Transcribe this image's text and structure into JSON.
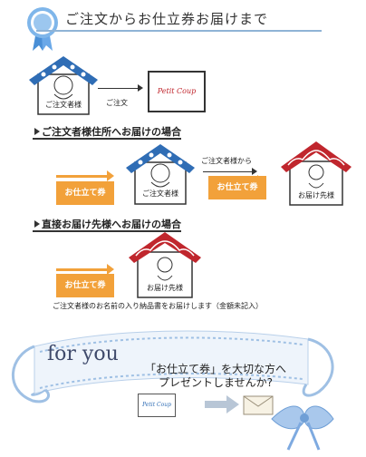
{
  "header": {
    "title": "ご注文からお仕立券お届けまで"
  },
  "step1": {
    "house_label": "ご注文者様",
    "arrow_label": "ご注文",
    "logo_text": "Petit Coup"
  },
  "section2": {
    "heading": "ご注文者様住所へお届けの場合",
    "button": "お仕立て券",
    "house1_label": "ご注文者様",
    "arrow_label": "ご注文者様から",
    "button2": "お仕立て券",
    "house2_label": "お届け先様"
  },
  "section3": {
    "heading": "直接お届け先様へお届けの場合",
    "button": "お仕立て券",
    "house_label": "お届け先様",
    "note": "ご注文者様のお名前の入り納品書をお届けします（金額未記入）"
  },
  "banner": {
    "for_you": "for you",
    "line1": "「お仕立て券」を大切な方へ",
    "line2": "プレゼントしませんか?",
    "logo_text": "Petit Coup"
  },
  "colors": {
    "blue_roof": "#2f6db5",
    "red_roof": "#c0262d",
    "orange": "#f2a13a",
    "ribbon": "#9fc0e4"
  }
}
